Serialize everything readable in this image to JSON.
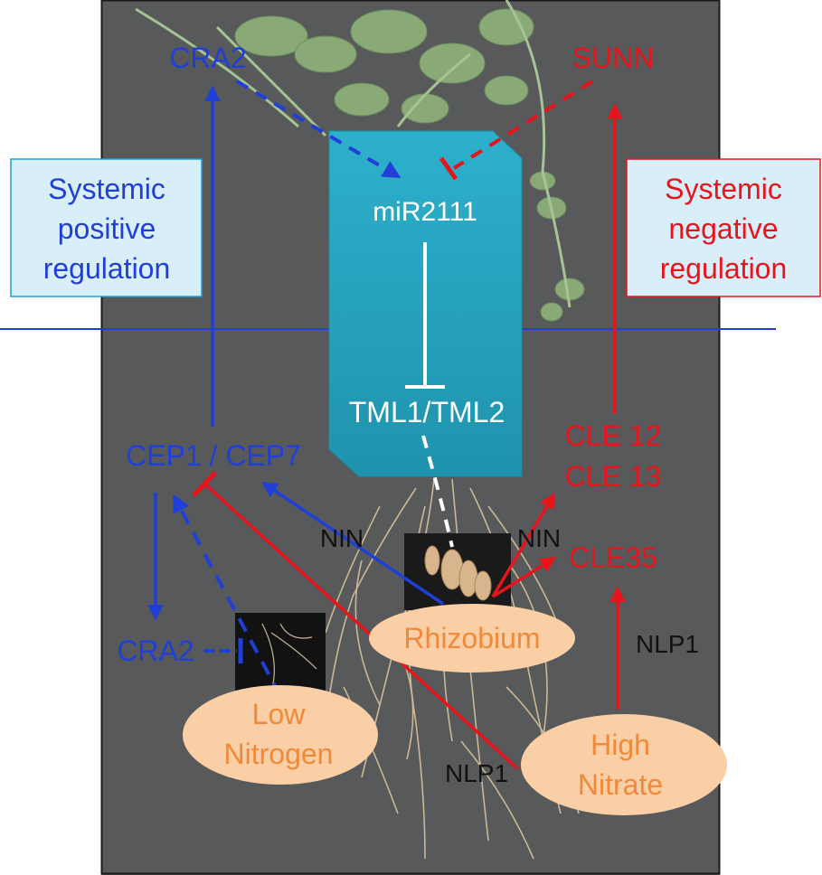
{
  "labels": {
    "cra2_top": "CRA2",
    "sunn": "SUNN",
    "systemic_positive": [
      "Systemic",
      "positive",
      "regulation"
    ],
    "systemic_negative": [
      "Systemic",
      "negative",
      "regulation"
    ],
    "mir2111": "miR2111",
    "tml": "TML1/TML2",
    "cep": "CEP1 / CEP7",
    "cle12": "CLE 12",
    "cle13": "CLE 13",
    "cle35": "CLE35",
    "nin_left": "NIN",
    "nin_right": "NIN",
    "cra2_bottom": "CRA2",
    "rhizobium": "Rhizobium",
    "low_nitrogen": [
      "Low",
      "Nitrogen"
    ],
    "high_nitrate": [
      "High",
      "Nitrate"
    ],
    "nlp1_right": "NLP1",
    "nlp1_bottom": "NLP1"
  },
  "colors": {
    "positive": "#1f3fd6",
    "negative": "#e8141b",
    "hub_fill": "#27a3be",
    "signal_fill": "#fbcfa6",
    "signal_text": "#f08a3a",
    "photo_bg": "#57585a",
    "box_bg": "#d8effa"
  }
}
